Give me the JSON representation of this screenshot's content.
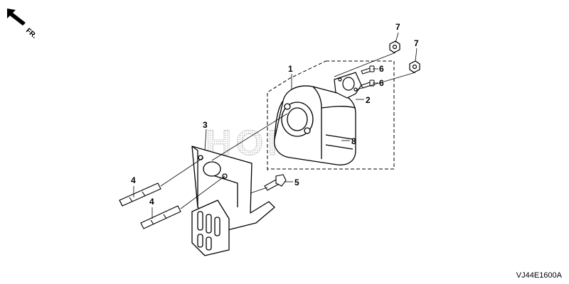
{
  "direction": {
    "label": "FR.",
    "icon": "front-direction-arrow-icon"
  },
  "watermark": {
    "text": "HONDA"
  },
  "callouts": [
    {
      "num": "1",
      "part": "muffler"
    },
    {
      "num": "2",
      "part": "gasket"
    },
    {
      "num": "3",
      "part": "muffler-protector"
    },
    {
      "num": "4",
      "part": "stud-bolt"
    },
    {
      "num": "4",
      "part": "stud-bolt"
    },
    {
      "num": "5",
      "part": "flange-bolt"
    },
    {
      "num": "6",
      "part": "screw"
    },
    {
      "num": "6",
      "part": "screw"
    },
    {
      "num": "7",
      "part": "nut"
    },
    {
      "num": "7",
      "part": "nut"
    },
    {
      "num": "8",
      "part": "muffler-body"
    }
  ],
  "diagram_code": "VJ44E1600A",
  "colors": {
    "line": "#000000",
    "watermark": "#bdbdbd"
  }
}
